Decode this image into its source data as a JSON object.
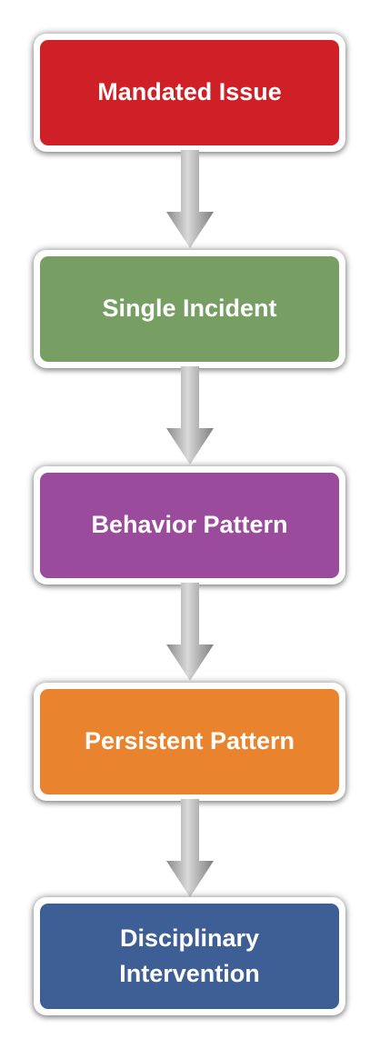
{
  "flowchart": {
    "steps": [
      {
        "label": "Mandated Issue",
        "color": "#d02027"
      },
      {
        "label": "Single Incident",
        "color": "#779f64"
      },
      {
        "label": "Behavior Pattern",
        "color": "#9a4b9c"
      },
      {
        "label": "Persistent Pattern",
        "color": "#e9832d"
      },
      {
        "label": "Disciplinary Intervention",
        "color": "#3e5e96"
      }
    ],
    "arrow_color": "#9e9e9e",
    "direction": "top-to-bottom"
  }
}
